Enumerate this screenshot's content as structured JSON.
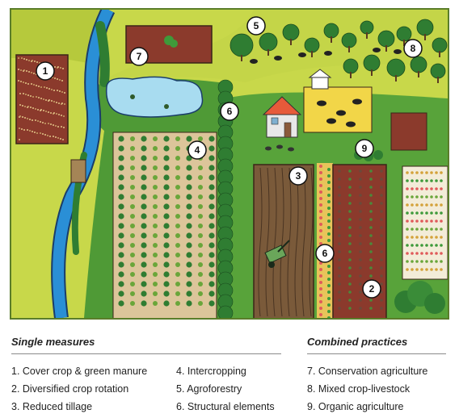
{
  "markers": [
    "1",
    "2",
    "3",
    "4",
    "5",
    "6",
    "6",
    "7",
    "8",
    "9"
  ],
  "legend": {
    "single_header": "Single measures",
    "combined_header": "Combined practices",
    "items": [
      "1. Cover crop & green manure",
      "2. Diversified crop rotation",
      "3. Reduced tillage",
      "4. Intercropping",
      "5. Agroforestry",
      "6. Structural elements",
      "7. Conservation agriculture",
      "8. Mixed crop-livestock",
      "9. Organic agriculture"
    ]
  },
  "colors": {
    "grass": "#c8d84a",
    "dark_green": "#2f7d32",
    "river": "#2a8fd6",
    "pond": "#a8dcf0",
    "soil_red": "#8b3a2c",
    "soil_brown": "#7a5a3a",
    "soil_light": "#dcc59a",
    "border": "#5a7d2a"
  }
}
